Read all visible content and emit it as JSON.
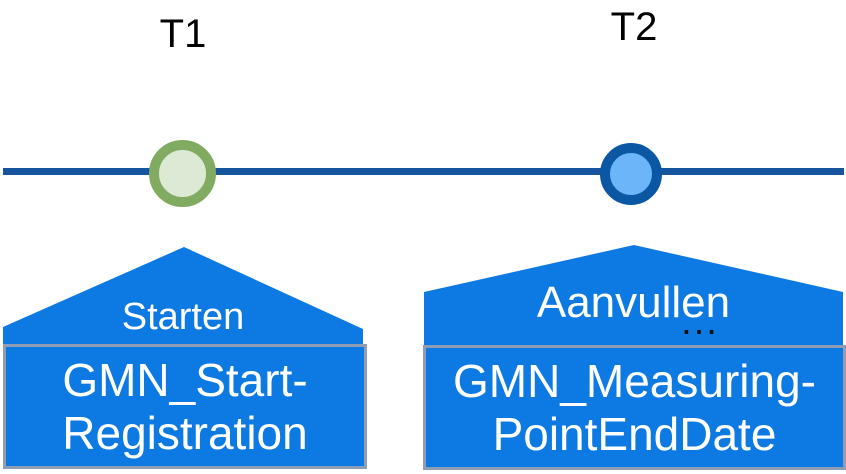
{
  "markers": {
    "t1": {
      "time_label": "T1",
      "action_label": "Starten",
      "box_line1": "GMN_Start-",
      "box_line2": "Registration"
    },
    "t2": {
      "time_label": "T2",
      "action_label": "Aanvullen",
      "truncation_ellipsis": "...",
      "box_line1": "GMN_Measuring-",
      "box_line2": "PointEndDate"
    }
  },
  "colors": {
    "shape_blue": "#0d79e2",
    "timeline_blue": "#17549e",
    "t1_marker_border_green": "#82ab62",
    "t1_marker_fill_light_green": "#dcead5",
    "t2_marker_border_dark_blue": "#0b57a4",
    "t2_marker_fill_light_blue": "#6cb5f8",
    "box_border_gray": "#8e9db4",
    "time_label_text": "#000000",
    "shape_text": "#ffffff",
    "ellipsis_text": "#111111"
  }
}
